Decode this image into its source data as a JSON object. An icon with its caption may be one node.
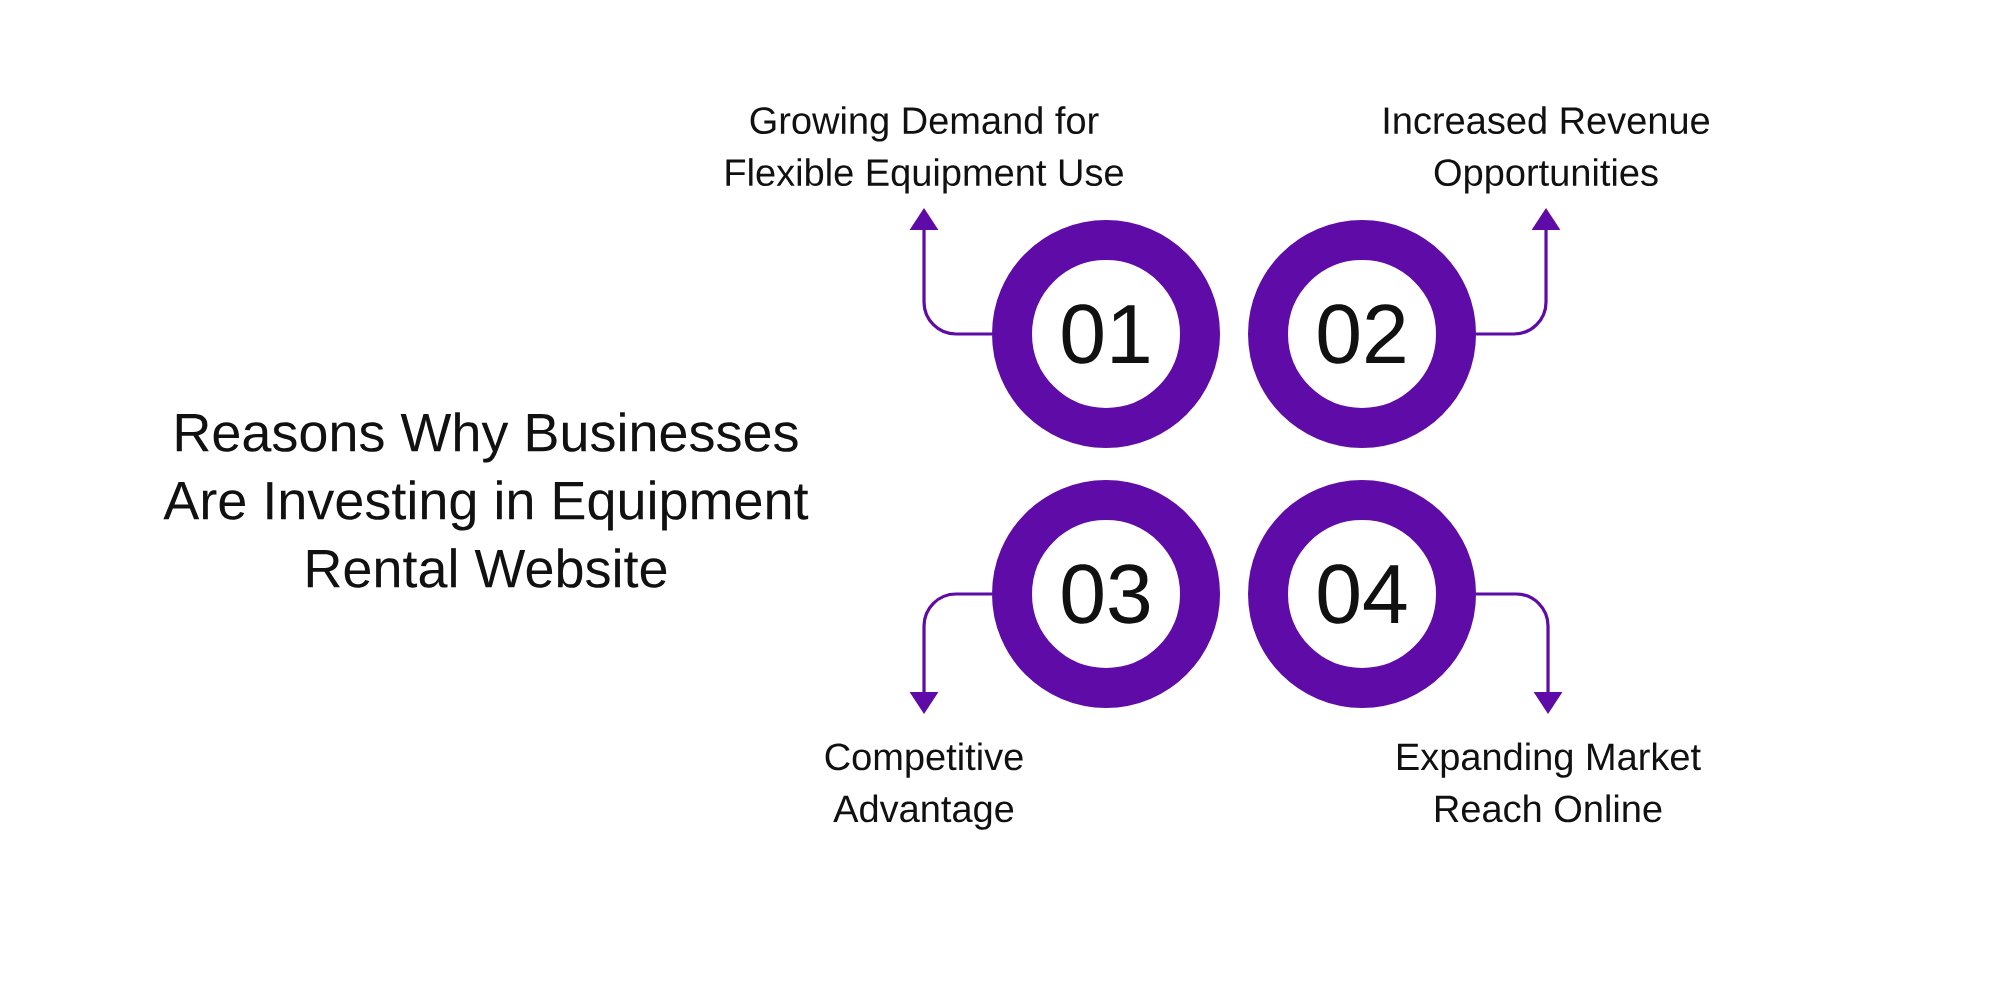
{
  "diagram": {
    "title": "Reasons Why Businesses Are Investing in Equipment Rental Website",
    "nodes": [
      {
        "text": [
          "Growing Demand for Flexible Equipment Use"
        ]
      },
      {
        "text": [
          "Increased Revenue Opportunities"
        ]
      },
      {
        "text": [
          "01"
        ]
      },
      {
        "text": [
          "02"
        ]
      },
      {
        "text": [
          "03"
        ]
      },
      {
        "text": [
          "04"
        ]
      },
      {
        "text": [
          "Competitive Advantage"
        ]
      },
      {
        "text": [
          "Expanding Market Reach Online"
        ]
      }
    ],
    "edges": [
      {
        "from": 2,
        "to": 0,
        "arrow": "to"
      },
      {
        "from": 3,
        "to": 1,
        "arrow": "to"
      },
      {
        "from": 4,
        "to": 6,
        "arrow": "to"
      },
      {
        "from": 5,
        "to": 7,
        "arrow": "to"
      }
    ]
  }
}
